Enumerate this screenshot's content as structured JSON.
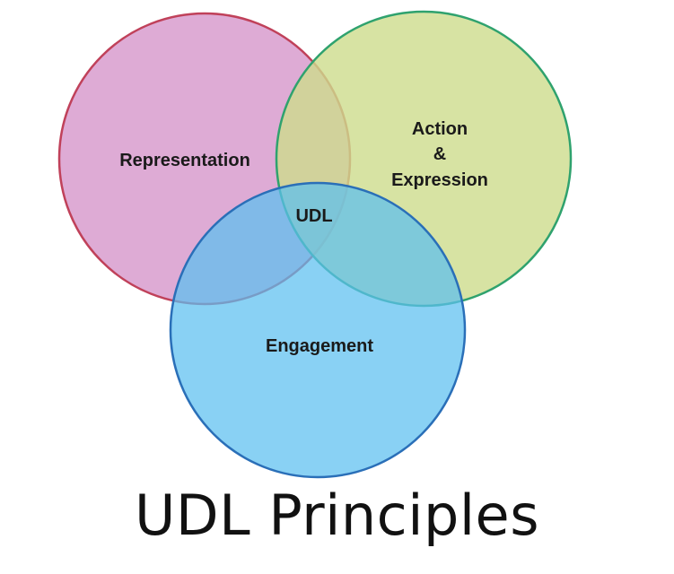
{
  "diagram": {
    "title": "UDL Principles",
    "center_label": "UDL",
    "circles": [
      {
        "label": "Representation",
        "fill": "#dca6d3",
        "stroke": "#c0415a"
      },
      {
        "label_lines": [
          "Action",
          "&",
          "Expression"
        ],
        "fill": "#cddc8c",
        "stroke": "#2fa26e"
      },
      {
        "label": "Engagement",
        "fill": "#5bbff0",
        "stroke": "#2a6fb8"
      }
    ]
  }
}
